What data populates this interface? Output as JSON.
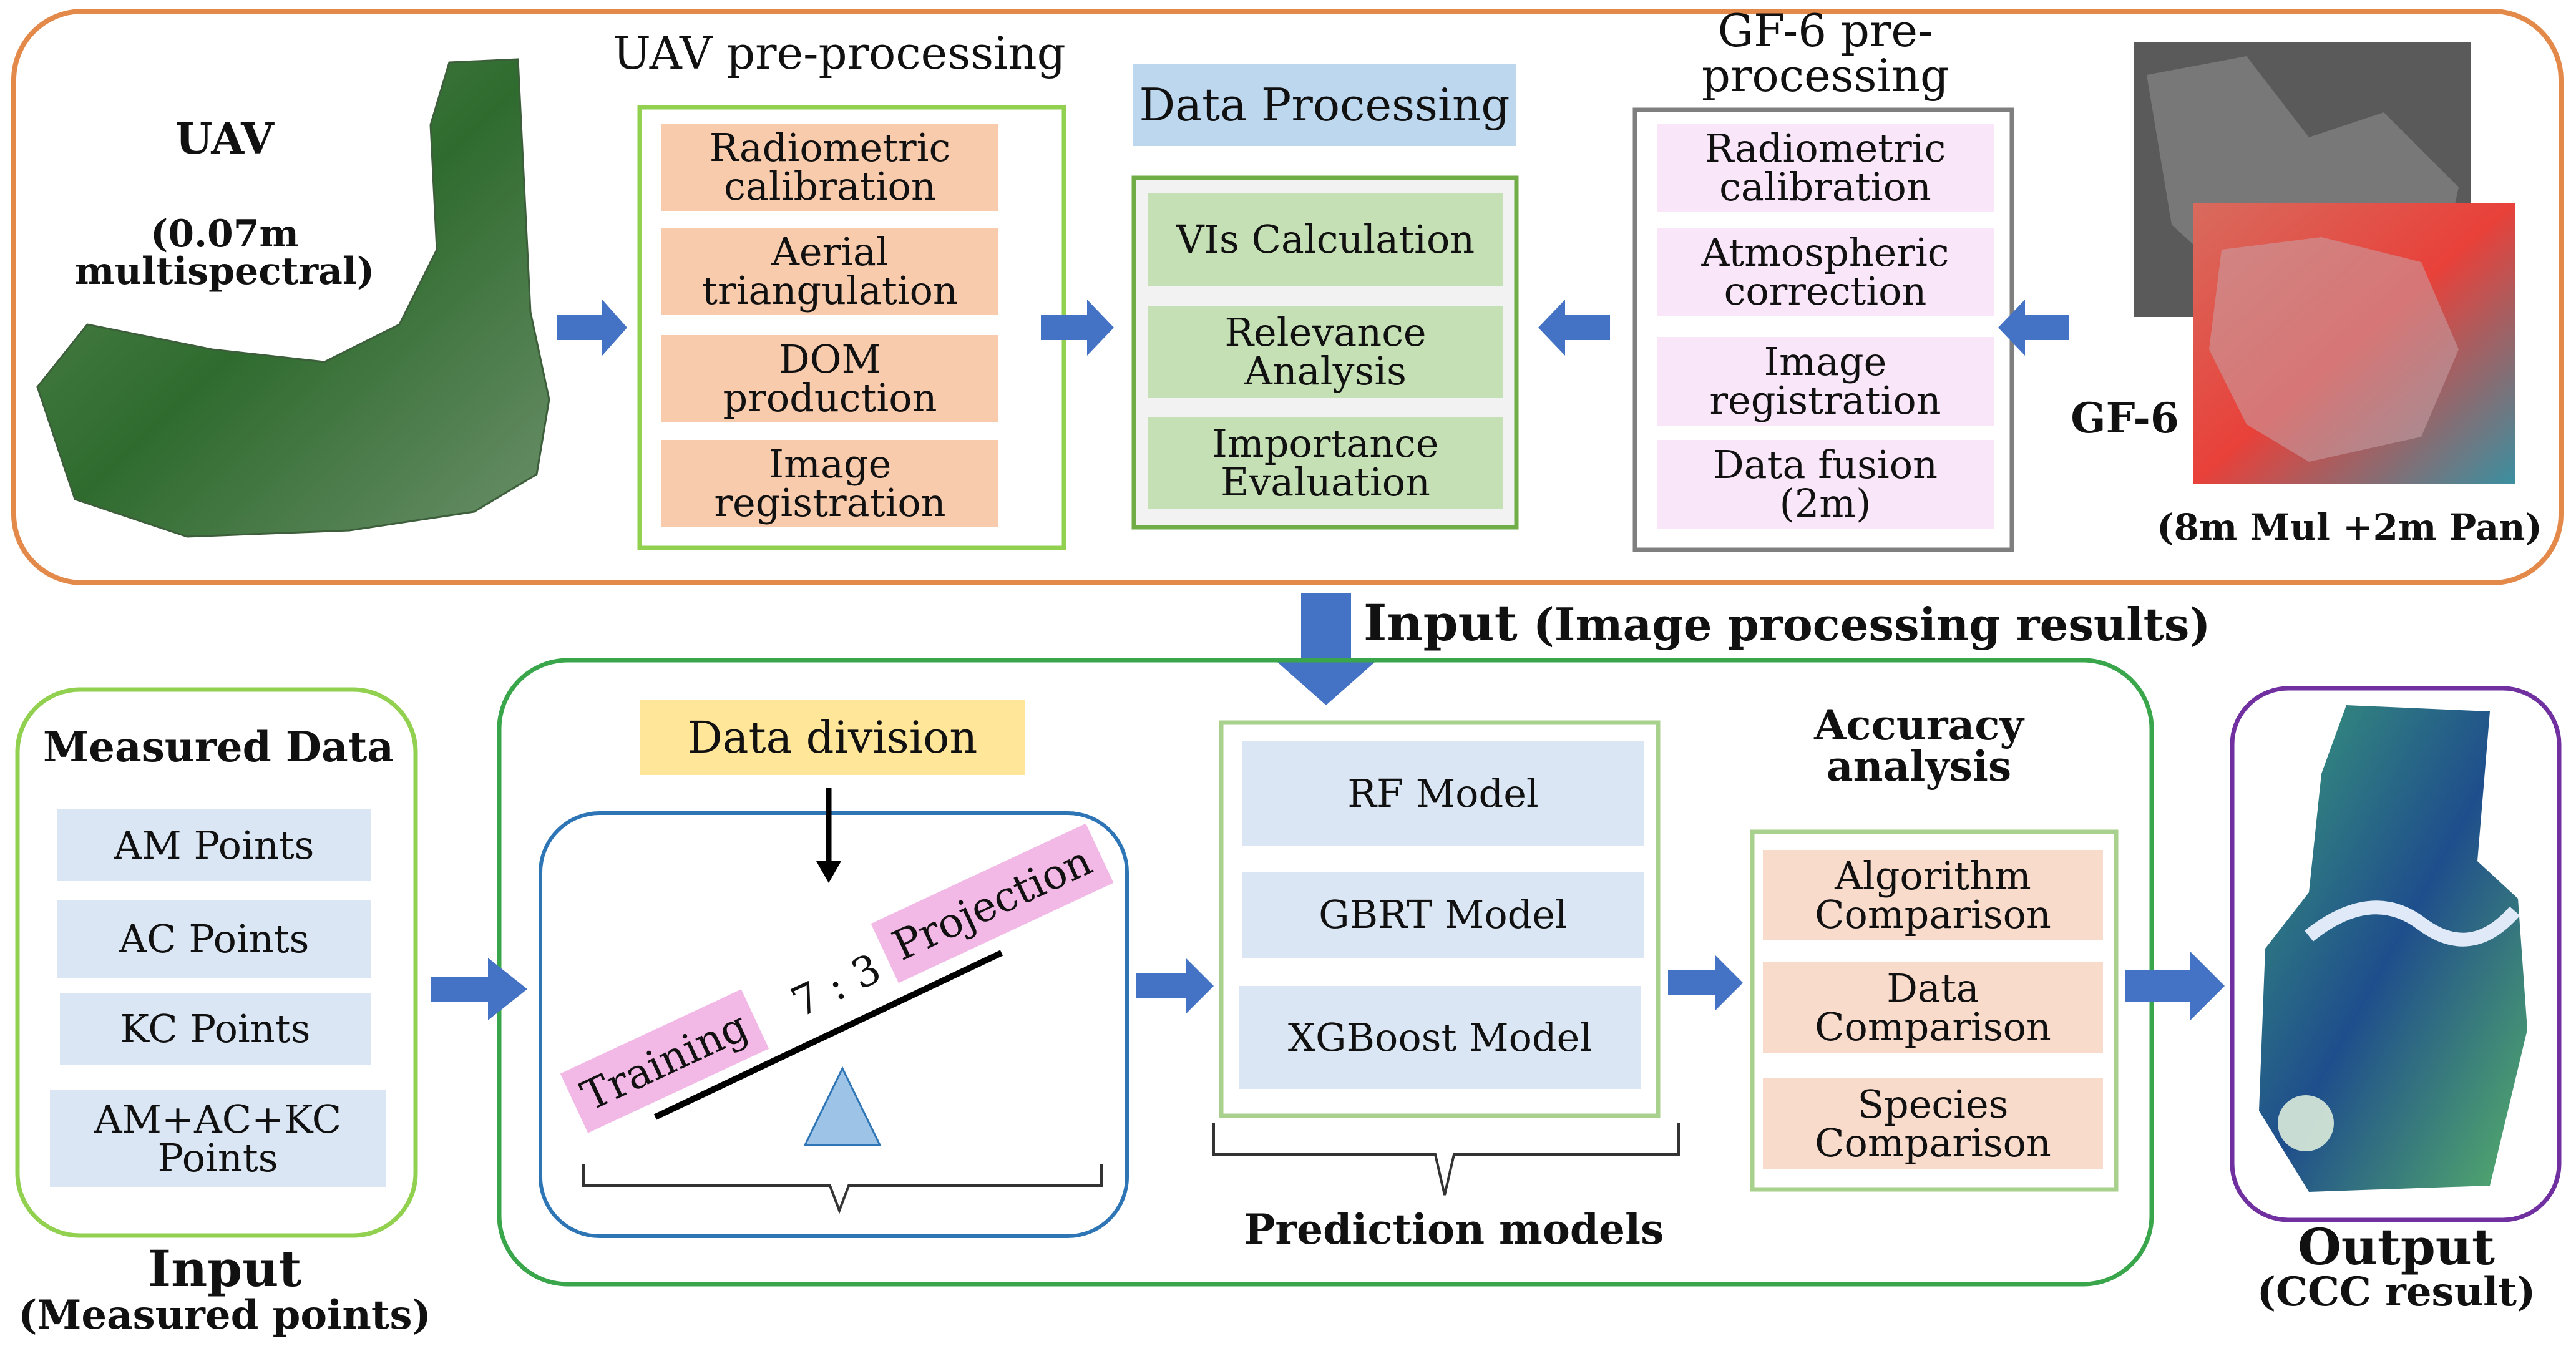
{
  "top": {
    "uav_title": "UAV",
    "uav_subtitle": "(0.07m multispectral)",
    "uav_pre_title": "UAV pre-processing",
    "uav_steps": [
      "Radiometric\ncalibration",
      "Aerial\ntriangulation",
      "DOM\nproduction",
      "Image\nregistration"
    ],
    "data_processing_title": "Data Processing",
    "data_processing_steps": [
      "VIs Calculation",
      "Relevance\nAnalysis",
      "Importance\nEvaluation"
    ],
    "gf6_pre_title": "GF-6 pre-processing",
    "gf6_steps": [
      "Radiometric\ncalibration",
      "Atmospheric\ncorrection",
      "Image\nregistration",
      "Data fusion\n(2m)"
    ],
    "gf6_title": "GF-6",
    "gf6_subtitle": "(8m Mul +2m Pan)"
  },
  "middle": {
    "input_bold": "Input",
    "input_rest": " (Image processing results)"
  },
  "bottom": {
    "measured_title": "Measured Data",
    "measured_items": [
      "AM Points",
      "AC Points",
      "KC Points",
      "AM+AC+KC\nPoints"
    ],
    "input_measured_title": "Input",
    "input_measured_sub": "(Measured points)",
    "data_division": "Data division",
    "ratio": "7 : 3",
    "training": "Training",
    "projection": "Projection",
    "models": [
      "RF Model",
      "GBRT Model",
      "XGBoost Model"
    ],
    "prediction_models": "Prediction models",
    "accuracy_title": "Accuracy\nanalysis",
    "accuracy_items": [
      "Algorithm\nComparison",
      "Data\nComparison",
      "Species\nComparison"
    ],
    "output_title": "Output",
    "output_sub": "(CCC result)"
  },
  "colors": {
    "orange_frame": "#e38a4b",
    "green_frame": "#3aa64b",
    "arrow_blue": "#4472c4",
    "purple_frame": "#7030a0",
    "navy_frame": "#2e75b6"
  }
}
